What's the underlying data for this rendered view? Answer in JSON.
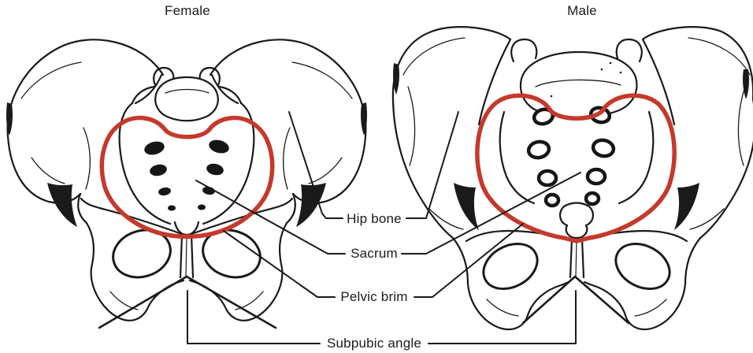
{
  "title_labels": {
    "female": "Female",
    "male": "Male"
  },
  "annotation_labels": {
    "hip_bone": "Hip bone",
    "sacrum": "Sacrum",
    "pelvic_brim": "Pelvic brim",
    "subpubic_angle": "Subpubic angle"
  },
  "colors": {
    "pelvic_brim_red": "#c5392b",
    "line_ink": "#1a1a1a",
    "background": "#ffffff"
  }
}
